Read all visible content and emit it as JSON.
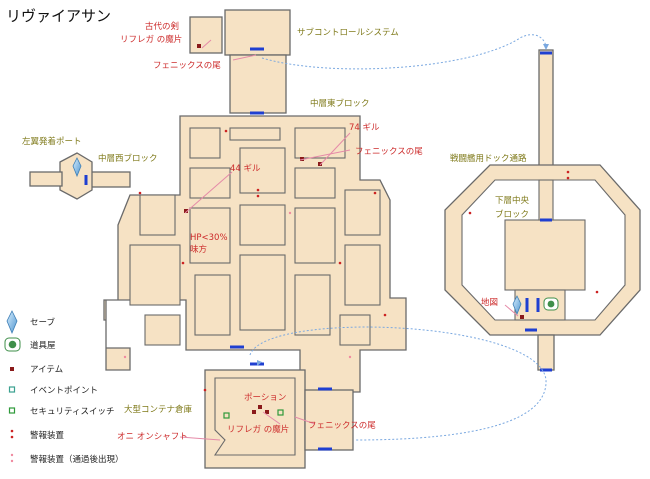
{
  "title": "リヴァイアサン",
  "colors": {
    "floor": "#f6e2c4",
    "wall": "#6a6a6a",
    "door": "#1f3fd1",
    "area_label": "#7f7a1a",
    "item_label": "#cc2a2a",
    "text": "#222222",
    "callout": "#e58aa8",
    "item_dot": "#8a1a1a",
    "alarm": "#cc2222",
    "alarm_after": "#f08aa0",
    "event_point": "#3aa08f",
    "security_switch": "#2e9a3a",
    "save": "#79b7e0",
    "shop": "#3f8f4a"
  },
  "areas": {
    "sub_control": "サブコントロールシステム",
    "middle_east": "中層東ブロック",
    "middle_west": "中層西ブロック",
    "port": "左翼発着ポート",
    "dock": "戦闘艦用ドック通路",
    "lower_center_1": "下層中央",
    "lower_center_2": "ブロック",
    "container": "大型コンテナ倉庫",
    "oni": "オニ オンシャフト"
  },
  "items": {
    "ancient_sword": "古代の剣",
    "reflega_top": "リフレガ の魔片",
    "phoenix_top": "フェニックスの尾",
    "gil_74": "74 ギル",
    "phoenix_east": "フェニックスの尾",
    "gil_44": "44 ギル",
    "hp_1": "HP<30%",
    "hp_2": "味方",
    "map": "地図",
    "potion": "ポーション",
    "reflega_bottom": "リフレガ の魔片",
    "phoenix_bottom": "フェニックスの尾"
  },
  "legend": [
    {
      "icon": "save-crystal-icon",
      "label": "セーブ"
    },
    {
      "icon": "shop-icon",
      "label": "道具屋"
    },
    {
      "icon": "item-dot-icon",
      "label": "アイテム"
    },
    {
      "icon": "event-point-icon",
      "label": "イベントポイント"
    },
    {
      "icon": "security-switch-icon",
      "label": "セキュリティスイッチ"
    },
    {
      "icon": "alarm-icon",
      "label": "警報装置"
    },
    {
      "icon": "alarm-after-icon",
      "label": "警報装置（通過後出現）"
    }
  ]
}
